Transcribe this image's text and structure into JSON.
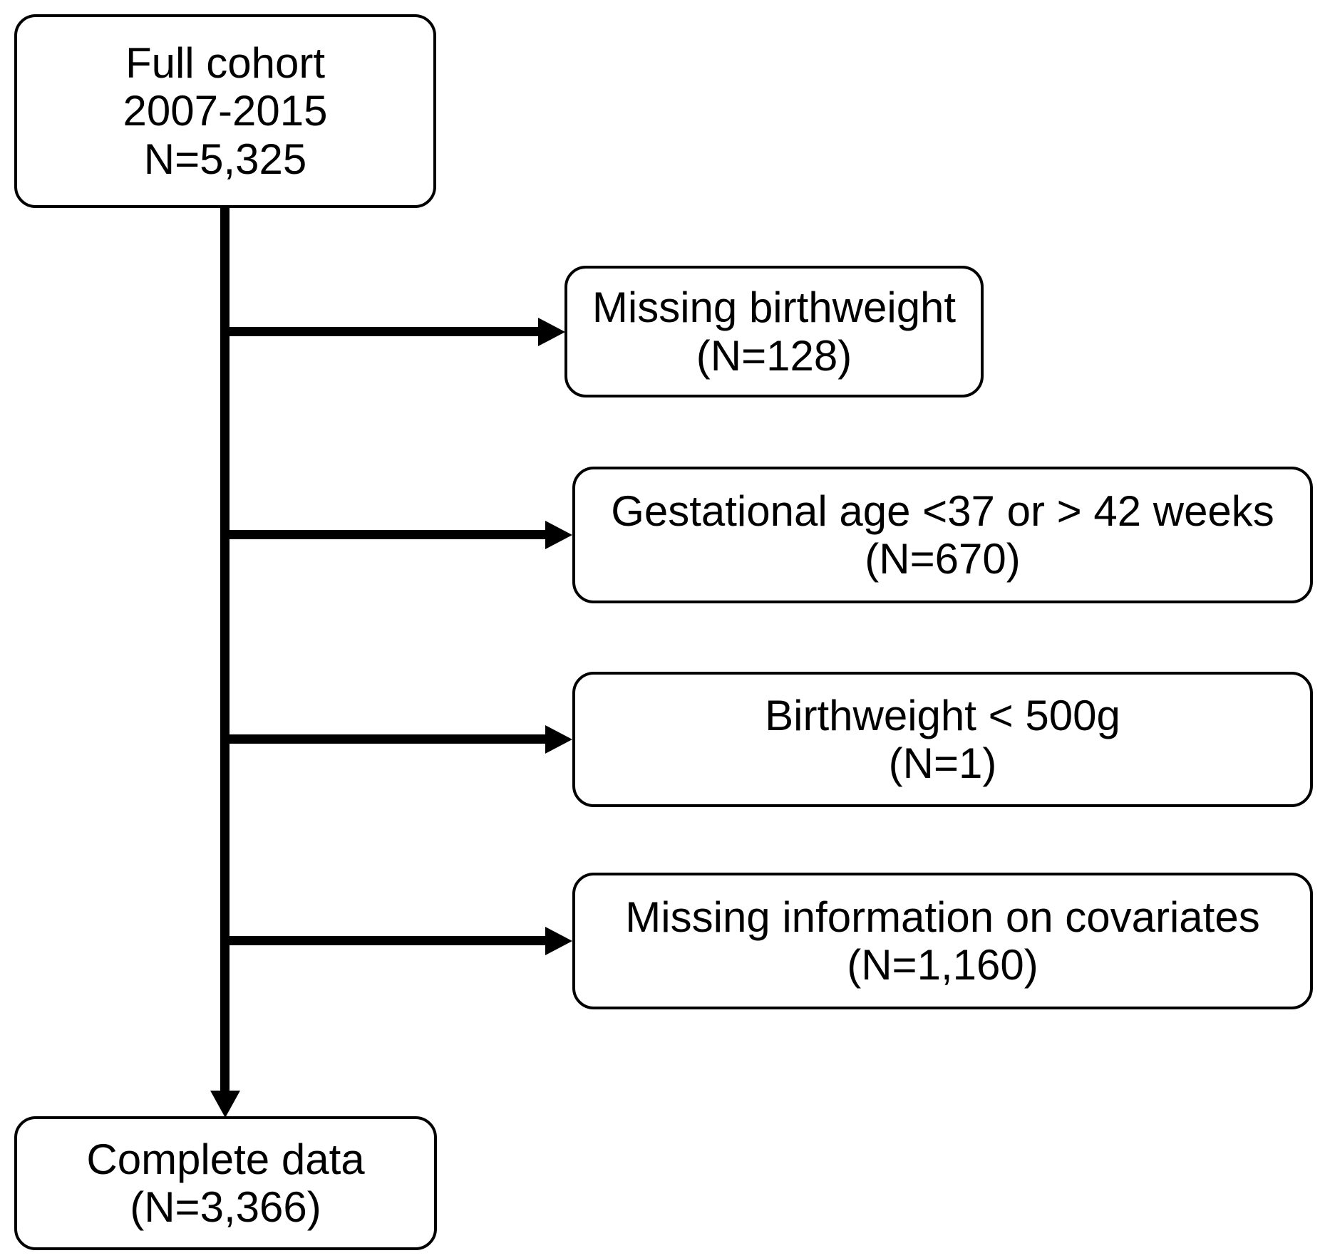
{
  "figure": {
    "background_color": "#ffffff",
    "line_color": "#000000",
    "text_color": "#000000",
    "full_cohort": {
      "lines": [
        "Full cohort",
        "2007-2015",
        "N=5,325"
      ]
    },
    "exclusions": [
      {
        "label": "Missing birthweight",
        "count": "(N=128)"
      },
      {
        "label": "Gestational age <37 or > 42 weeks",
        "count": "(N=670)"
      },
      {
        "label": "Birthweight < 500g",
        "count": "(N=1)"
      },
      {
        "label": "Missing information on covariates",
        "count": "(N=1,160)"
      }
    ],
    "complete_data": {
      "lines": [
        "Complete data",
        "(N=3,366)"
      ]
    }
  }
}
